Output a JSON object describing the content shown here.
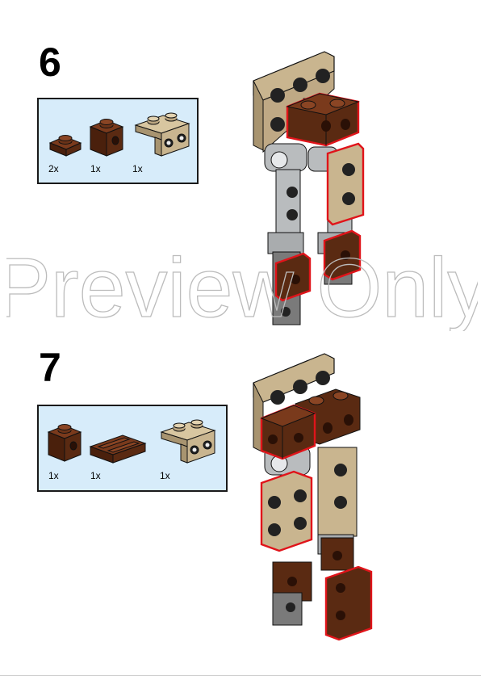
{
  "steps": [
    {
      "number": "6",
      "parts": [
        {
          "icon": "brown-plate-1x1-icon",
          "qty": "2x"
        },
        {
          "icon": "brown-brick-1x1-side-stud-icon",
          "qty": "1x"
        },
        {
          "icon": "tan-bracket-1x2-icon",
          "qty": "1x"
        }
      ]
    },
    {
      "number": "7",
      "parts": [
        {
          "icon": "brown-brick-1x1-side-stud-icon",
          "qty": "1x"
        },
        {
          "icon": "brown-plate-1x2-rail-icon",
          "qty": "1x"
        },
        {
          "icon": "tan-bracket-1x2-icon",
          "qty": "1x"
        }
      ]
    }
  ],
  "watermark": "Preview Only",
  "colors": {
    "brown": "#5a2a12",
    "tan": "#c9b58f",
    "light_gray": "#b9bcbe",
    "dark_gray": "#6d6d6d",
    "highlight": "#e0141a",
    "parts_box_bg": "#d7ecfa"
  }
}
